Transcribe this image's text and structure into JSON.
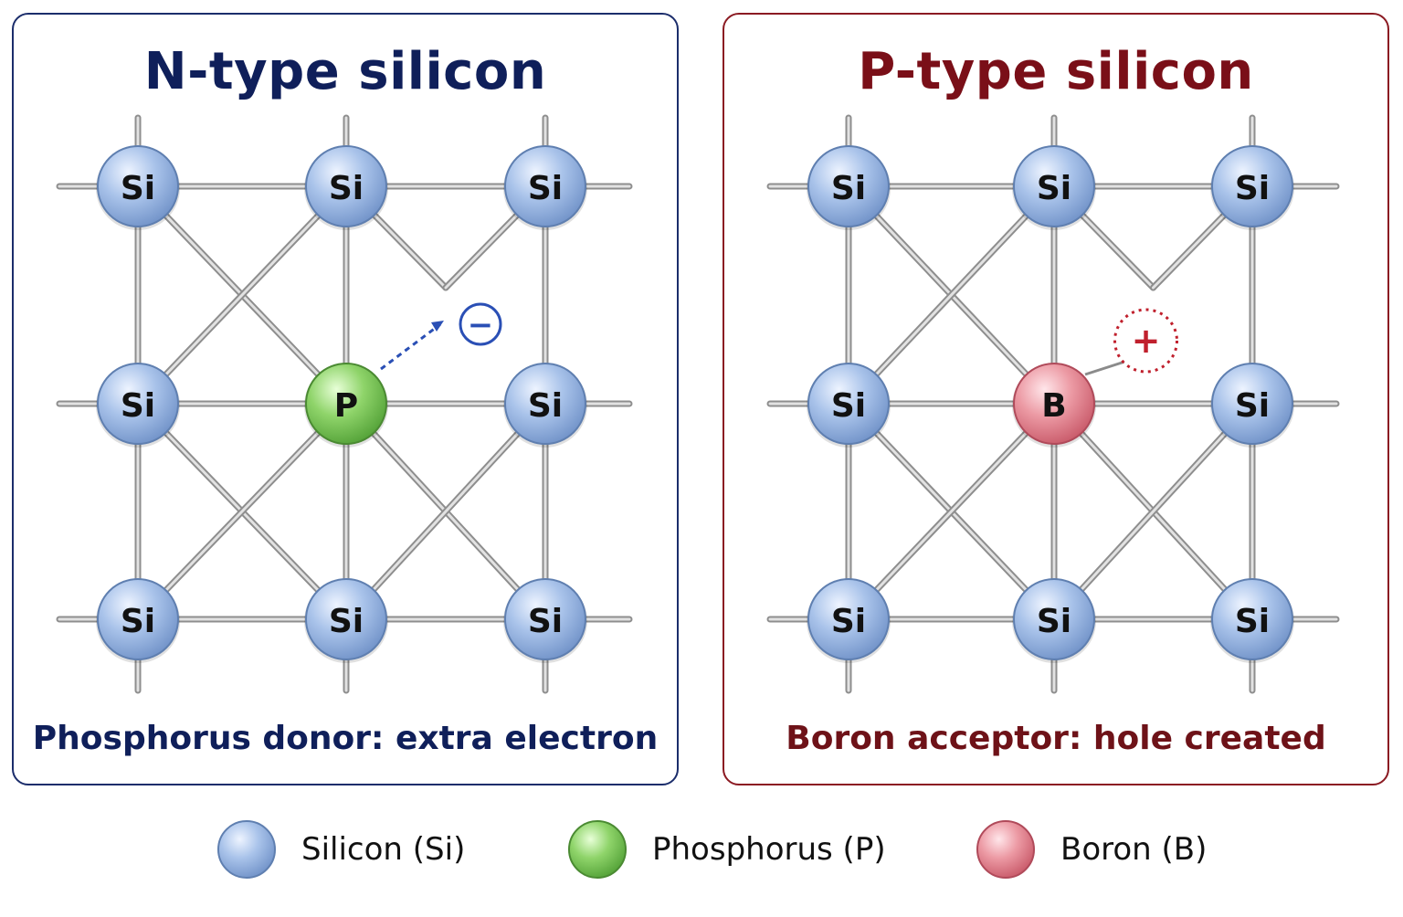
{
  "panels": {
    "n_type": {
      "title": "N-type silicon",
      "caption": "Phosphorus donor: extra electron",
      "grid": [
        [
          "Si",
          "Si",
          "Si"
        ],
        [
          "Si",
          "P",
          "Si"
        ],
        [
          "Si",
          "Si",
          "Si"
        ]
      ],
      "carrier_symbol": "−",
      "color": "#1b2d6b"
    },
    "p_type": {
      "title": "P-type silicon",
      "caption": "Boron acceptor: hole created",
      "grid": [
        [
          "Si",
          "Si",
          "Si"
        ],
        [
          "Si",
          "B",
          "Si"
        ],
        [
          "Si",
          "Si",
          "Si"
        ]
      ],
      "carrier_symbol": "+",
      "color": "#8b1a22"
    }
  },
  "legend": [
    {
      "label": "Silicon (Si)",
      "atom": "silicon"
    },
    {
      "label": "Phosphorus (P)",
      "atom": "phosphorus"
    },
    {
      "label": "Boron (B)",
      "atom": "boron"
    }
  ],
  "colors": {
    "silicon": "#8fb0e0",
    "phosphorus": "#7cc85a",
    "boron": "#e68a95",
    "bond": "#b0b0b0"
  }
}
